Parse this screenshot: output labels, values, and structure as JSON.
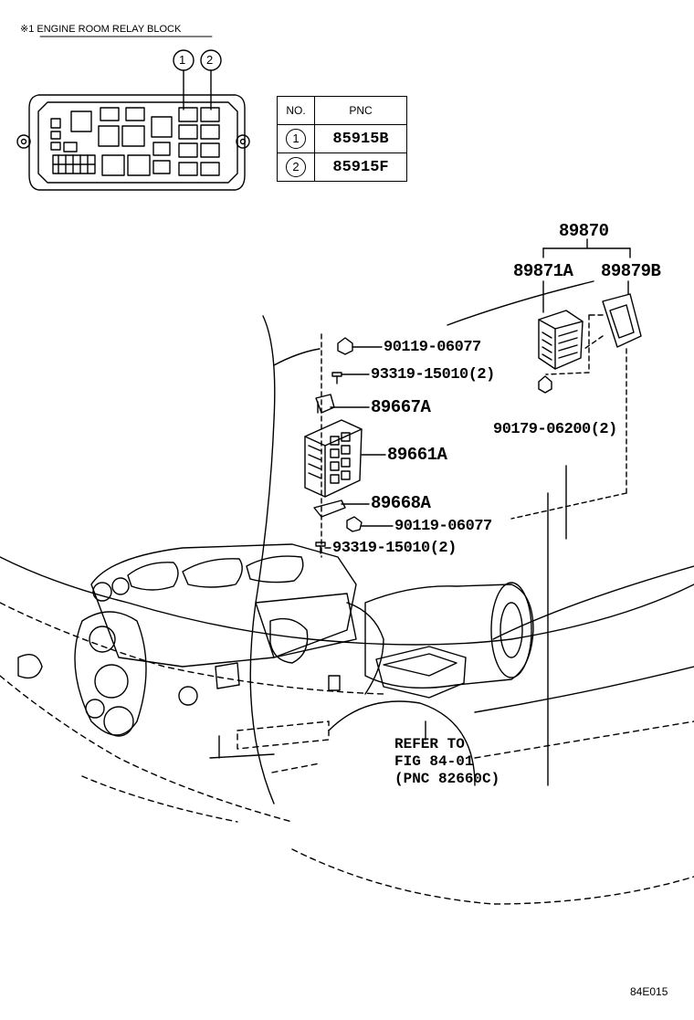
{
  "header": {
    "title": "※1 ENGINE ROOM RELAY BLOCK"
  },
  "relay_block": {
    "callouts": [
      "1",
      "2"
    ]
  },
  "pnc_table": {
    "columns": [
      "NO.",
      "PNC"
    ],
    "rows": [
      {
        "no": "1",
        "pnc": "85915B"
      },
      {
        "no": "2",
        "pnc": "85915F"
      }
    ]
  },
  "parts": {
    "assembly": "89870",
    "sub_left": "89871A",
    "sub_right": "89879B",
    "nut_top": "90119-06077",
    "bolt_top": "93319-15010(2)",
    "bracket_top": "89667A",
    "ecu": "89661A",
    "bracket_bottom": "89668A",
    "nut_bottom": "90119-06077",
    "bolt_bottom": "93319-15010(2)",
    "nut_side": "90179-06200(2)"
  },
  "reference": {
    "line1": "REFER TO",
    "line2": "FIG 84-01",
    "line3": "(PNC 82660C)"
  },
  "figure_code": "84E015"
}
